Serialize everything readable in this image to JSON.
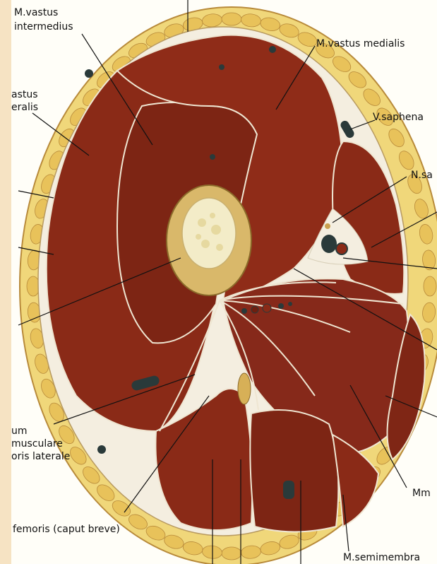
{
  "labels": {
    "vastus_intermedius_1": "M.vastus",
    "vastus_intermedius_2": "intermedius",
    "vastus_medialis": "M.vastus medialis",
    "vastus_lateralis_1": "astus",
    "vastus_lateralis_2": "eralis",
    "v_saphena": "V.saphena",
    "n_saphenus": "N.sa",
    "septum_1": "um",
    "septum_2": "musculare",
    "septum_3": "oris laterale",
    "biceps": "femoris (caput breve)",
    "mm": "Mm",
    "semimembranosus": "M.semimembra"
  },
  "colors": {
    "background_border": "#f6e3c3",
    "plate": "#fffef8",
    "fat": "#f0d77a",
    "fat_lobule": "#e8c25a",
    "muscle": "#8a2a17",
    "muscle_dark": "#6e1f10",
    "fascia": "#f4eee0",
    "bone_ring": "#d9b86a",
    "marrow": "#f3ecc8",
    "vessel": "#2a3a3a"
  }
}
